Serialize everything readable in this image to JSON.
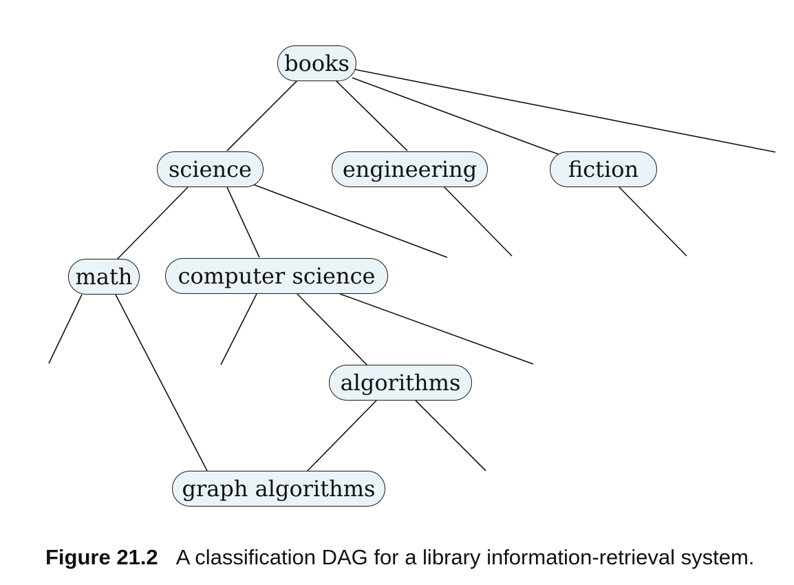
{
  "diagram": {
    "nodes": {
      "books": "books",
      "science": "science",
      "engineering": "engineering",
      "fiction": "fiction",
      "math": "math",
      "computer_science": "computer science",
      "algorithms": "algorithms",
      "graph_algorithms": "graph algorithms"
    },
    "edges": [
      [
        "books",
        "science"
      ],
      [
        "books",
        "engineering"
      ],
      [
        "books",
        "fiction"
      ],
      [
        "science",
        "math"
      ],
      [
        "science",
        "computer_science"
      ],
      [
        "math",
        "graph_algorithms"
      ],
      [
        "computer_science",
        "algorithms"
      ],
      [
        "algorithms",
        "graph_algorithms"
      ]
    ],
    "stroke_color": "#111111",
    "node_fill": "#eaf3f7"
  },
  "caption": {
    "number": "Figure 21.2",
    "text": "A classification DAG for a library information-retrieval system."
  }
}
